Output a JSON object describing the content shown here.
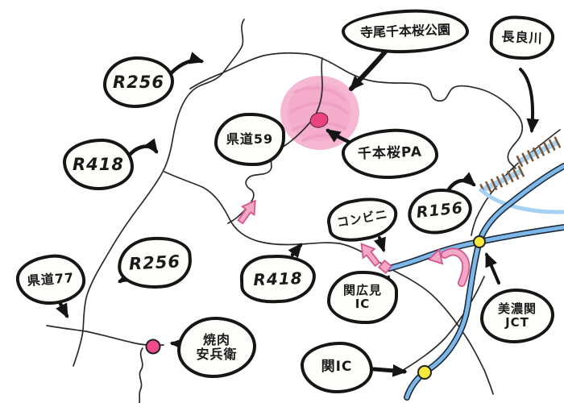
{
  "map": {
    "type": "hand-drawn-route-map",
    "destination": "寺尾千本桜公園",
    "labels": {
      "r256_north": "R256",
      "r418_west": "R418",
      "kendo59": "県道59",
      "terao_park": "寺尾千本桜公園",
      "nagaragawa": "長良川",
      "senbonzakura_pa": "千本桜PA",
      "r156": "R156",
      "konbini": "コンビニ",
      "seki_hiromi_ic": "関広見\nIC",
      "mino_seki_jct": "美濃関\nJCT",
      "kendo77": "県道77",
      "r256_mid": "R256",
      "r418_mid": "R418",
      "yakiniku_yasubei": "焼肉\n安兵衛",
      "seki_ic": "関IC"
    },
    "markers": {
      "park_area": "pink-shaded-circle",
      "pa_point": "deep-pink-dot",
      "yasubei_point": "pink-dot",
      "mino_seki_jct_point": "yellow-dot",
      "seki_ic_point": "yellow-dot",
      "seki_hiromi_ramp": "pink-square",
      "river_banks": "hatched-strips",
      "route_hints": "pink-arrows"
    },
    "colors": {
      "ink": "#161616",
      "road": "#2b2b2b",
      "park_pink": "#f5b7d2",
      "park_scribble": "#ee9cc2",
      "poi_dot_pink": "#ee4b8a",
      "pa_dot": "#e9447d",
      "route_arrow_pink": "#f3a8c8",
      "route_arrow_edge": "#d4578a",
      "expressway_blue": "#7db8ea",
      "expressway_edge": "#1f2937",
      "river_blue": "#a5d2f2",
      "bridge_hatch_brown": "#7a5336",
      "ic_dot_yellow": "#f6e93d",
      "paper": "#ffffff"
    }
  }
}
